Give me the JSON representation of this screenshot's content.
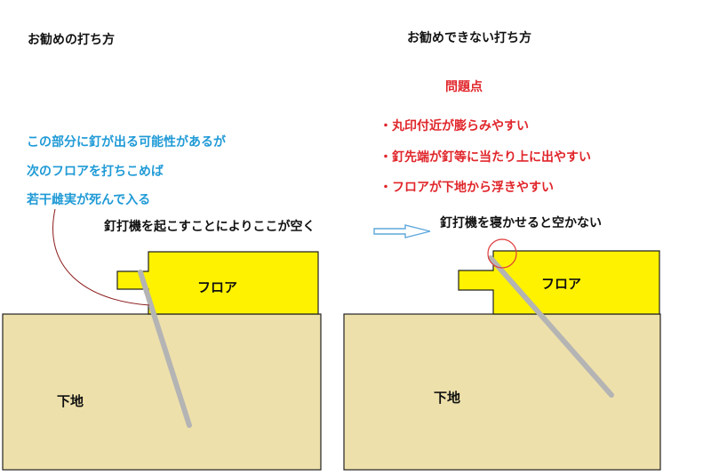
{
  "left_panel": {
    "title": "お勧めの打ち方",
    "notes": [
      "この部分に釘が出る可能性があるが",
      "次のフロアを打ちこめば",
      "若干雌実が死んで入る"
    ],
    "caption": "釘打機を起こすことによりここが空く",
    "floor_label": "フロア",
    "base_label": "下地"
  },
  "right_panel": {
    "title": "お勧めできない打ち方",
    "problem_heading": "問題点",
    "problems": [
      "・丸印付近が膨らみやすい",
      "・釘先端が釘等に当たり上に出やすい",
      "・フロアが下地から浮きやすい"
    ],
    "caption": "釘打機を寝かせると空かない",
    "floor_label": "フロア",
    "base_label": "下地"
  },
  "colors": {
    "floor": "#fff200",
    "base": "#eee0ab",
    "outline": "#222222",
    "nail": "#b4b4b4",
    "note_text": "#1f9ad6",
    "problem_text": "#e0262b",
    "leader_line": "#8b1a1a",
    "arrow": "#5fa8dc",
    "circle_marker": "#e03a3a"
  }
}
